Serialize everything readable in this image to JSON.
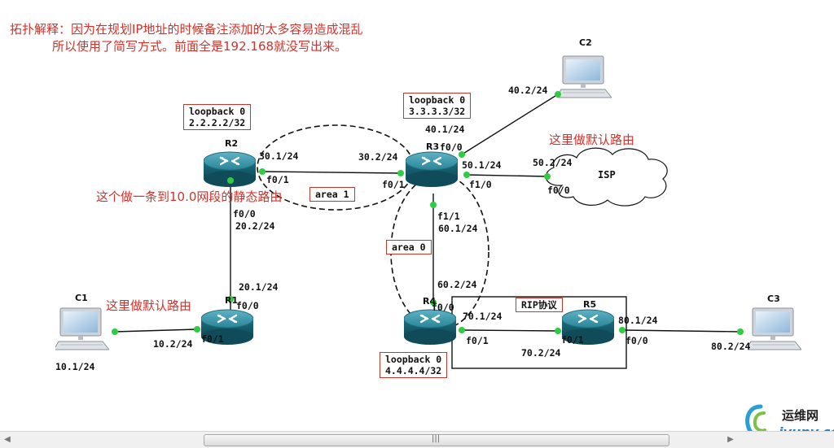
{
  "captions": {
    "line1": "拓扑解释：因为在规划IP地址的时候备注添加的太多容易造成混乱",
    "line2": "所以使用了简写方式。前面全是192.168就没写出来。",
    "r2_static": "这个做一条到10.0网段的静态路由",
    "r3_default": "这里做默认路由",
    "r1_default": "这里做默认路由"
  },
  "devices": {
    "r1": "R1",
    "r2": "R2",
    "r3": "R3",
    "r4": "R4",
    "r5": "R5",
    "c1": "C1",
    "c2": "C2",
    "c3": "C3",
    "isp": "ISP"
  },
  "boxes": {
    "r2_loopback": "loopback 0\n2.2.2.2/32",
    "r3_loopback": "loopback 0\n3.3.3.3/32",
    "r4_loopback": "loopback 0\n4.4.4.4/32",
    "area1": "area 1",
    "area0": "area 0",
    "rip": "RIP协议"
  },
  "labels": {
    "r2_ip_30_1": "30.1/24",
    "r2_f01": "f0/1",
    "r2_f00": "f0/0",
    "r2_ip_20_2": "20.2/24",
    "r3_ip_30_2": "30.2/24",
    "r3_f01": "f0/1",
    "r3_ip_40_1": "40.1/24",
    "r3_f00": "f0/0",
    "r3_ip_50_1": "50.1/24",
    "r3_f10": "f1/0",
    "r3_f11": "f1/1",
    "r3_ip_60_1": "60.1/24",
    "c2_ip": "40.2/24",
    "isp_ip": "50.2/24",
    "isp_f00": "f0/0",
    "r1_ip_20_1": "20.1/24",
    "r1_f00": "f0/0",
    "r1_f01": "f0/1",
    "r1_ip_10_2": "10.2/24",
    "c1_ip": "10.1/24",
    "r4_ip_60_2": "60.2/24",
    "r4_f00": "f0/0",
    "r4_ip_70_1": "70.1/24",
    "r4_f01": "f0/1",
    "r5_f01": "f0/1",
    "r5_ip_70_2": "70.2/24",
    "r5_ip_80_1": "80.1/24",
    "r5_f00": "f0/0",
    "c3_ip": "80.2/24"
  },
  "watermark": {
    "cn": "运维网",
    "en": "iyunv.com"
  },
  "scrollbar": {
    "grip": "|||"
  },
  "colors": {
    "caption": "#d1322b",
    "link": "#111111",
    "port_dot": "#2ecc40",
    "router_body": "#1f7a8c",
    "box_border": "#c0392b"
  }
}
